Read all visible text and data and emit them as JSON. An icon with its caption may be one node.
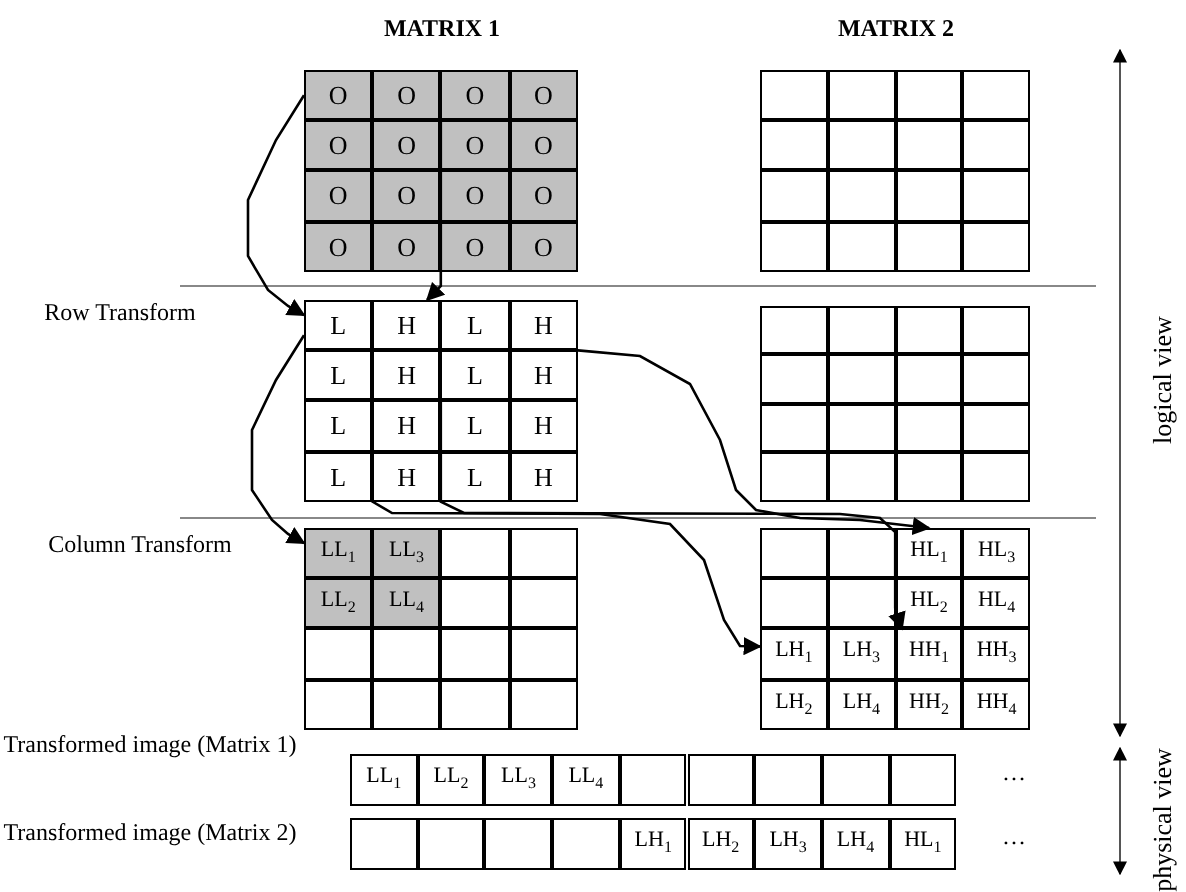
{
  "diagram": {
    "nodes": [
      {
        "text": [
          "O"
        ]
      },
      {
        "text": [
          "O"
        ]
      },
      {
        "text": [
          "O"
        ]
      },
      {
        "text": [
          "O"
        ]
      },
      {
        "text": [
          "O"
        ]
      },
      {
        "text": [
          "O"
        ]
      },
      {
        "text": [
          "O"
        ]
      },
      {
        "text": [
          "O"
        ]
      },
      {
        "text": [
          "O"
        ]
      },
      {
        "text": [
          "O"
        ]
      },
      {
        "text": [
          "O"
        ]
      },
      {
        "text": [
          "O"
        ]
      },
      {
        "text": [
          "O"
        ]
      },
      {
        "text": [
          "O"
        ]
      },
      {
        "text": [
          "O"
        ]
      },
      {
        "text": [
          "O"
        ]
      },
      {
        "text": [],
        "shape": "box"
      },
      {
        "text": [],
        "shape": "box"
      },
      {
        "text": [],
        "shape": "box"
      },
      {
        "text": [],
        "shape": "box"
      },
      {
        "text": [],
        "shape": "box"
      },
      {
        "text": [],
        "shape": "box"
      },
      {
        "text": [],
        "shape": "box"
      },
      {
        "text": [],
        "shape": "box"
      },
      {
        "text": [],
        "shape": "box"
      },
      {
        "text": [],
        "shape": "box"
      },
      {
        "text": [],
        "shape": "box"
      },
      {
        "text": [],
        "shape": "box"
      },
      {
        "text": [],
        "shape": "box"
      },
      {
        "text": [],
        "shape": "box"
      },
      {
        "text": [],
        "shape": "box"
      },
      {
        "text": [],
        "shape": "box"
      },
      {
        "text": [
          "L"
        ]
      },
      {
        "text": [
          "H"
        ]
      },
      {
        "text": [
          "L"
        ]
      },
      {
        "text": [
          "H"
        ]
      },
      {
        "text": [
          "L"
        ]
      },
      {
        "text": [
          "H"
        ]
      },
      {
        "text": [
          "L"
        ]
      },
      {
        "text": [
          "H"
        ]
      },
      {
        "text": [
          "L"
        ]
      },
      {
        "text": [
          "H"
        ]
      },
      {
        "text": [
          "L"
        ]
      },
      {
        "text": [
          "H"
        ]
      },
      {
        "text": [
          "L"
        ]
      },
      {
        "text": [
          "H"
        ]
      },
      {
        "text": [
          "L"
        ]
      },
      {
        "text": [
          "H"
        ]
      },
      {
        "text": [],
        "shape": "box"
      },
      {
        "text": [],
        "shape": "box"
      },
      {
        "text": [],
        "shape": "box"
      },
      {
        "text": [],
        "shape": "box"
      },
      {
        "text": [],
        "shape": "box"
      },
      {
        "text": [],
        "shape": "box"
      },
      {
        "text": [],
        "shape": "box"
      },
      {
        "text": [],
        "shape": "box"
      },
      {
        "text": [],
        "shape": "box"
      },
      {
        "text": [],
        "shape": "box"
      },
      {
        "text": [],
        "shape": "box"
      },
      {
        "text": [],
        "shape": "box"
      },
      {
        "text": [],
        "shape": "box"
      },
      {
        "text": [],
        "shape": "box"
      },
      {
        "text": [],
        "shape": "box"
      },
      {
        "text": [],
        "shape": "box"
      },
      {
        "text": [
          "LL$_{1}$"
        ]
      },
      {
        "text": [
          "LL$_{3}$"
        ]
      },
      {
        "text": [],
        "shape": "box"
      },
      {
        "text": [],
        "shape": "box"
      },
      {
        "text": [
          "LL$_{2}$"
        ]
      },
      {
        "text": [
          "LL$_{4}$"
        ]
      },
      {
        "text": [],
        "shape": "box"
      },
      {
        "text": [],
        "shape": "box"
      },
      {
        "text": [],
        "shape": "box"
      },
      {
        "text": [],
        "shape": "box"
      },
      {
        "text": [],
        "shape": "box"
      },
      {
        "text": [],
        "shape": "box"
      },
      {
        "text": [],
        "shape": "box"
      },
      {
        "text": [],
        "shape": "box"
      },
      {
        "text": [],
        "shape": "box"
      },
      {
        "text": [],
        "shape": "box"
      },
      {
        "text": [],
        "shape": "box"
      },
      {
        "text": [],
        "shape": "box"
      },
      {
        "text": [
          "HL$_{1}$"
        ]
      },
      {
        "text": [
          "HL$_{3}$"
        ]
      },
      {
        "text": [],
        "shape": "box"
      },
      {
        "text": [],
        "shape": "box"
      },
      {
        "text": [
          "HL$_{2}$"
        ]
      },
      {
        "text": [
          "HL$_{4}$"
        ]
      },
      {
        "text": [
          "LH$_{1}$"
        ]
      },
      {
        "text": [
          "LH$_{3}$"
        ]
      },
      {
        "text": [
          "HH$_{1}$"
        ]
      },
      {
        "text": [
          "HH$_{3}$"
        ]
      },
      {
        "text": [
          "LH$_{2}$"
        ]
      },
      {
        "text": [
          "LH$_{4}$"
        ]
      },
      {
        "text": [
          "HH$_{2}$"
        ]
      },
      {
        "text": [
          "HH$_{4}$"
        ]
      },
      {
        "text": [
          "LL$_{1}$"
        ]
      },
      {
        "text": [
          "LL$_{2}$"
        ]
      },
      {
        "text": [
          "LL$_{3}$"
        ]
      },
      {
        "text": [
          "LL$_{4}$"
        ]
      },
      {
        "text": [],
        "shape": "box"
      },
      {
        "text": [],
        "shape": "box"
      },
      {
        "text": [],
        "shape": "box"
      },
      {
        "text": [],
        "shape": "box"
      },
      {
        "text": [],
        "shape": "box"
      },
      {
        "text": [],
        "shape": "box"
      },
      {
        "text": [],
        "shape": "box"
      },
      {
        "text": [],
        "shape": "box"
      },
      {
        "text": [],
        "shape": "box"
      },
      {
        "text": [
          "LH$_{1}$"
        ]
      },
      {
        "text": [
          "LH$_{2}$"
        ]
      },
      {
        "text": [
          "LH$_{3}$"
        ]
      },
      {
        "text": [
          "LH$_{4}$"
        ]
      },
      {
        "text": [
          "HL$_{1}$"
        ]
      }
    ],
    "edges": [
      {
        "from": 0,
        "to": 32,
        "arrow": "to"
      },
      {
        "from": 1,
        "to": 33,
        "arrow": "to"
      },
      {
        "from": 32,
        "to": 64,
        "arrow": "to"
      },
      {
        "from": 33,
        "to": 82,
        "arrow": "to"
      },
      {
        "from": 36,
        "to": 88,
        "arrow": "to"
      },
      {
        "from": 37,
        "to": 90,
        "arrow": "to"
      }
    ],
    "labels": [
      "MATRIX 1",
      "MATRIX 2",
      "logical view",
      "Row Transform",
      "Column Transform",
      "Transformed image (Matrix 1)",
      "…",
      "Transformed image (Matrix 2)",
      "…",
      "physical view"
    ]
  }
}
